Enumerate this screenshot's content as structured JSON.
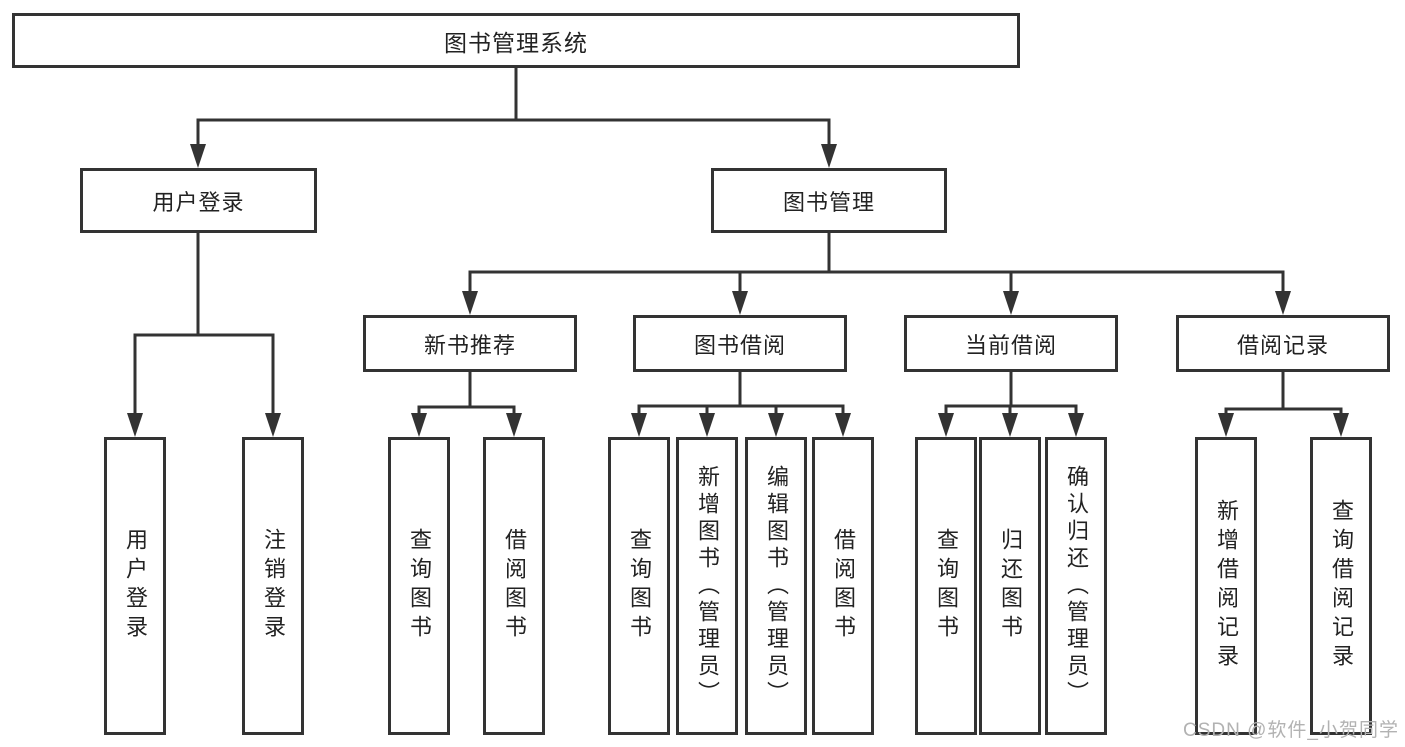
{
  "diagram": {
    "root": {
      "label": "图书管理系统"
    },
    "level2": [
      {
        "id": "user-login",
        "label": "用户登录"
      },
      {
        "id": "book-management",
        "label": "图书管理"
      }
    ],
    "level3": [
      {
        "id": "new-book-recommend",
        "label": "新书推荐"
      },
      {
        "id": "book-borrow",
        "label": "图书借阅"
      },
      {
        "id": "current-borrow",
        "label": "当前借阅"
      },
      {
        "id": "borrow-record",
        "label": "借阅记录"
      }
    ],
    "leaves": {
      "user_login": [
        "用户登录",
        "注销登录"
      ],
      "new_book_recommend": [
        "查询图书",
        "借阅图书"
      ],
      "book_borrow": [
        "查询图书",
        "新增图书（管理员）",
        "编辑图书（管理员）",
        "借阅图书"
      ],
      "current_borrow": [
        "查询图书",
        "归还图书",
        "确认归还（管理员）"
      ],
      "borrow_record": [
        "新增借阅记录",
        "查询借阅记录"
      ]
    },
    "watermark": "CSDN @软件_小贺同学",
    "colors": {
      "line": "#333333",
      "text": "#222222",
      "background": "#ffffff",
      "watermark": "#b2b2b2"
    }
  }
}
